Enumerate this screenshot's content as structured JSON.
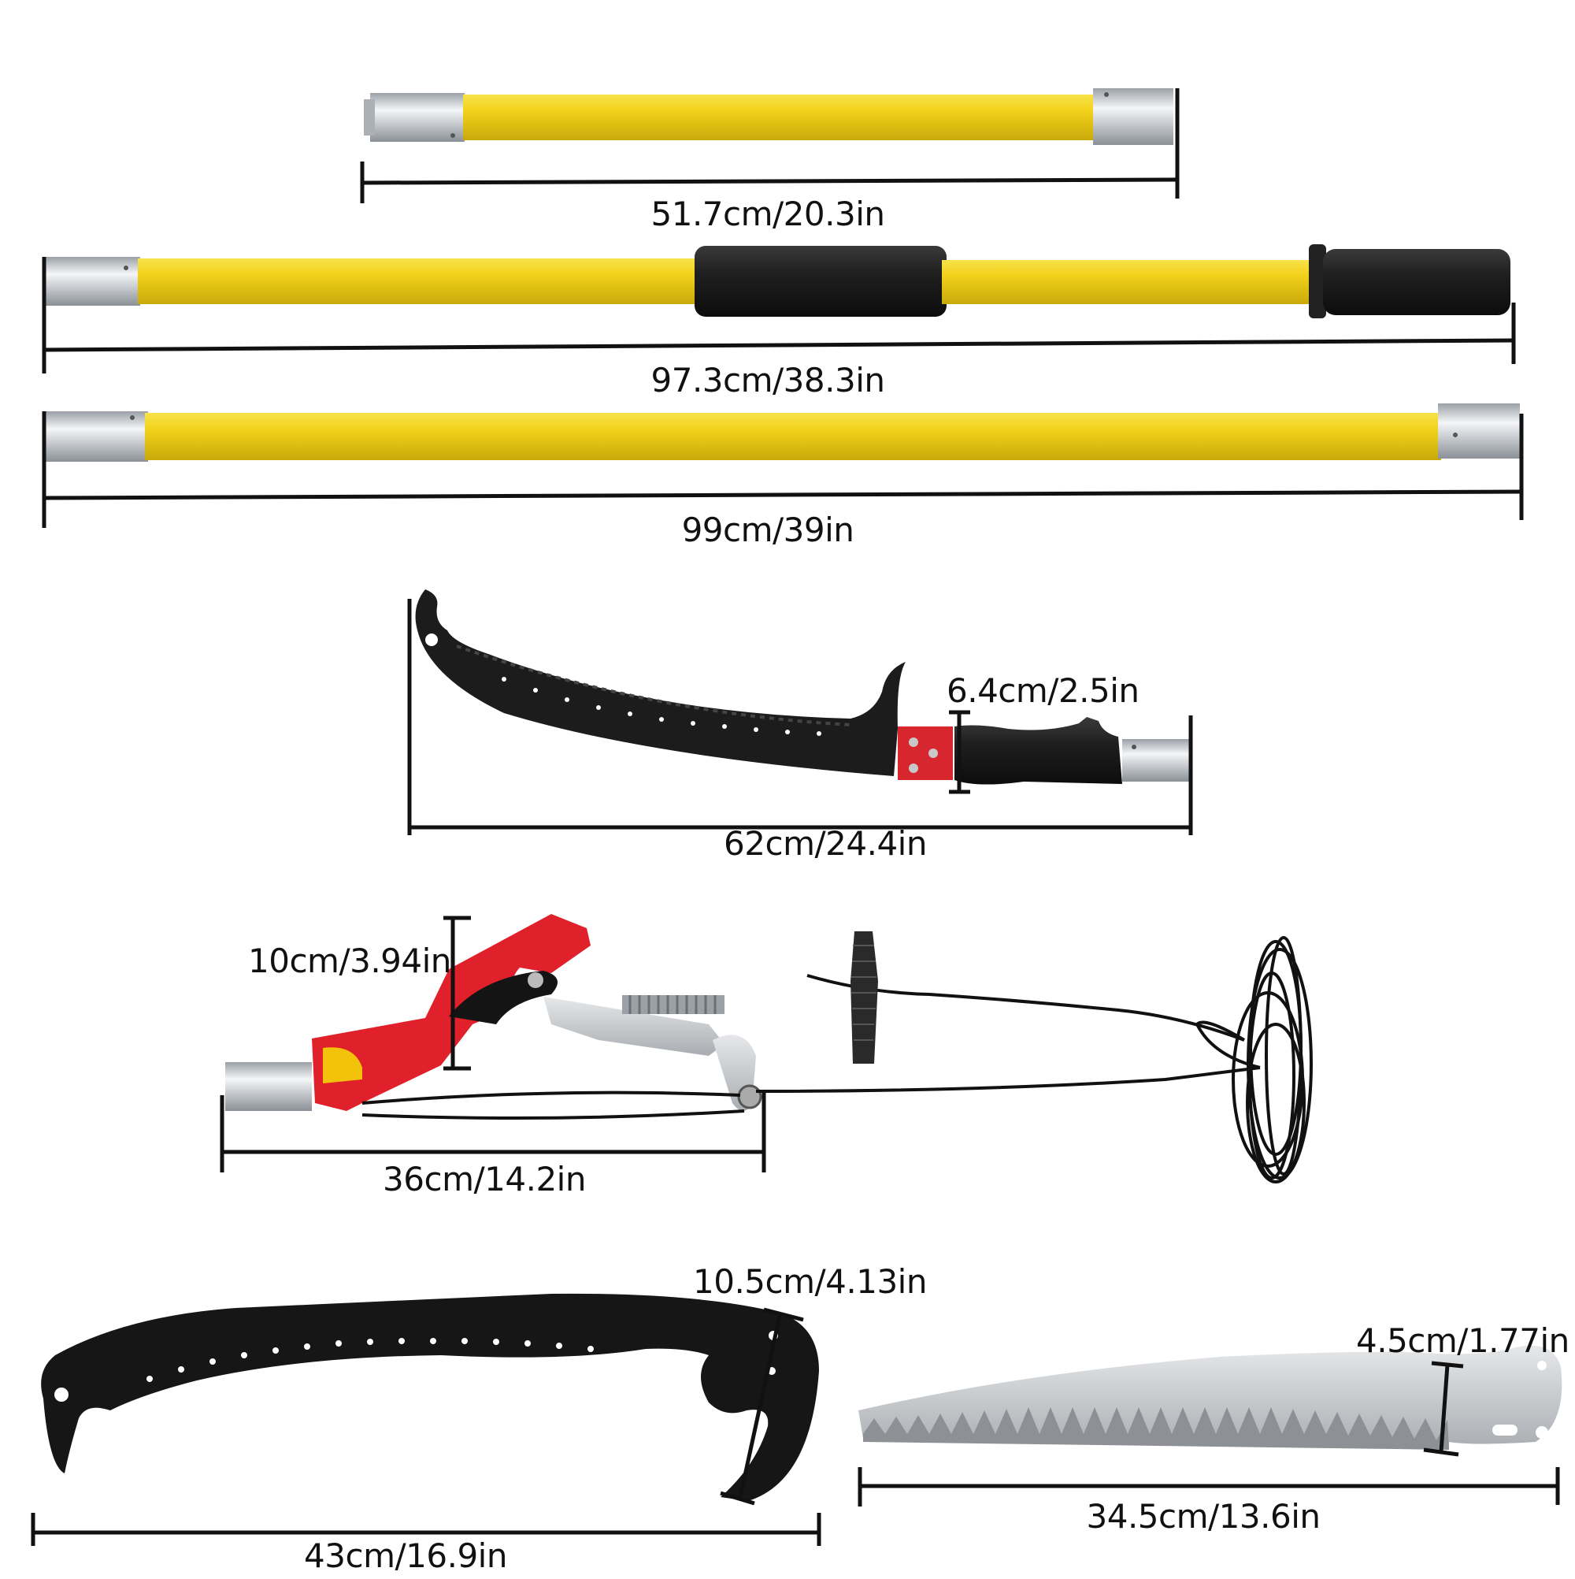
{
  "colors": {
    "pole_yellow": "#f2d21a",
    "metal": "#c8ccd0",
    "black": "#1a1a1a",
    "red": "#e0202a",
    "saw_steel": "#c9ccd0"
  },
  "items": [
    {
      "name": "short-pole",
      "dimension": "51.7cm/20.3in"
    },
    {
      "name": "handle-pole",
      "dimension": "97.3cm/38.3in"
    },
    {
      "name": "long-pole",
      "dimension": "99cm/39in"
    },
    {
      "name": "pole-saw",
      "dimension": "62cm/24.4in",
      "width_label": "6.4cm/2.5in"
    },
    {
      "name": "lopper-head",
      "dimension": "36cm/14.2in",
      "height_label": "10cm/3.94in"
    },
    {
      "name": "black-saw-blade",
      "dimension": "43cm/16.9in",
      "width_label": "10.5cm/4.13in"
    },
    {
      "name": "steel-saw-blade",
      "dimension": "34.5cm/13.6in",
      "width_label": "4.5cm/1.77in"
    }
  ]
}
